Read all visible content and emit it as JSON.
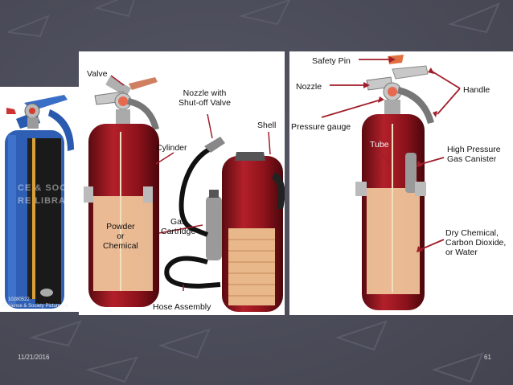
{
  "slide": {
    "footer_date": "11/21/2016",
    "slide_number": "61"
  },
  "panel1": {
    "watermark_1": "CE & SOCI",
    "watermark_2": "RE LIBRAR",
    "caption_id": "10280522",
    "caption_credit": "©Science & Society Picture Lib"
  },
  "panel2": {
    "label_valve": "Valve",
    "label_nozzle": "Nozzle with\nShut-off Valve",
    "label_shell": "Shell",
    "label_cylinder": "Cylinder",
    "label_powder": "Powder\nor\nChemical",
    "label_gas": "Gas\nCartridge",
    "label_hose": "Hose Assembly"
  },
  "panel3": {
    "label_safety_pin": "Safety Pin",
    "label_nozzle": "Nozzle",
    "label_handle": "Handle",
    "label_pressure": "Pressure gauge",
    "label_tube": "Tube",
    "label_canister": "High Pressure\nGas Canister",
    "label_contents": "Dry Chemical,\nCarbon Dioxide,\nor Water"
  },
  "colors": {
    "background": "#4b4c59",
    "extinguisher_red": "#a0141e",
    "extinguisher_blue": "#2f5fb4",
    "contents": "#e9b98a"
  }
}
